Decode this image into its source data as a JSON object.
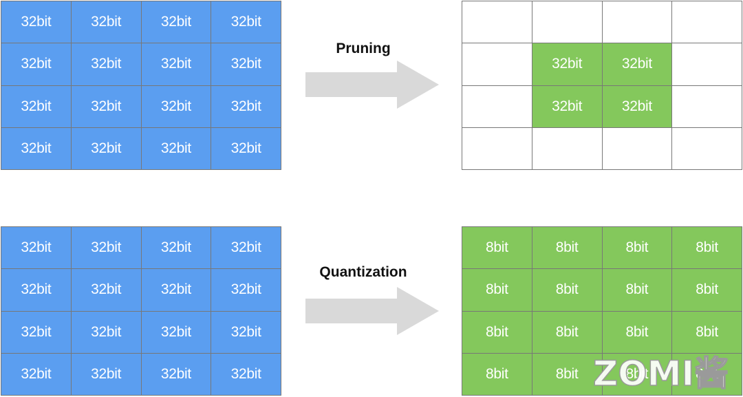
{
  "pruning": {
    "label": "Pruning",
    "before_cell": "32bit",
    "after_cells": [
      "",
      "",
      "",
      "",
      "",
      "32bit",
      "32bit",
      "",
      "",
      "32bit",
      "32bit",
      "",
      "",
      "",
      "",
      ""
    ]
  },
  "quantization": {
    "label": "Quantization",
    "before_cell": "32bit",
    "after_cell": "8bit"
  },
  "watermark": {
    "text": "ZOMI酱"
  },
  "colors": {
    "fp32_cell": "#5b9ef0",
    "compressed_cell": "#84c85c",
    "arrow": "#d9d9d9",
    "grid_line": "#777777"
  }
}
